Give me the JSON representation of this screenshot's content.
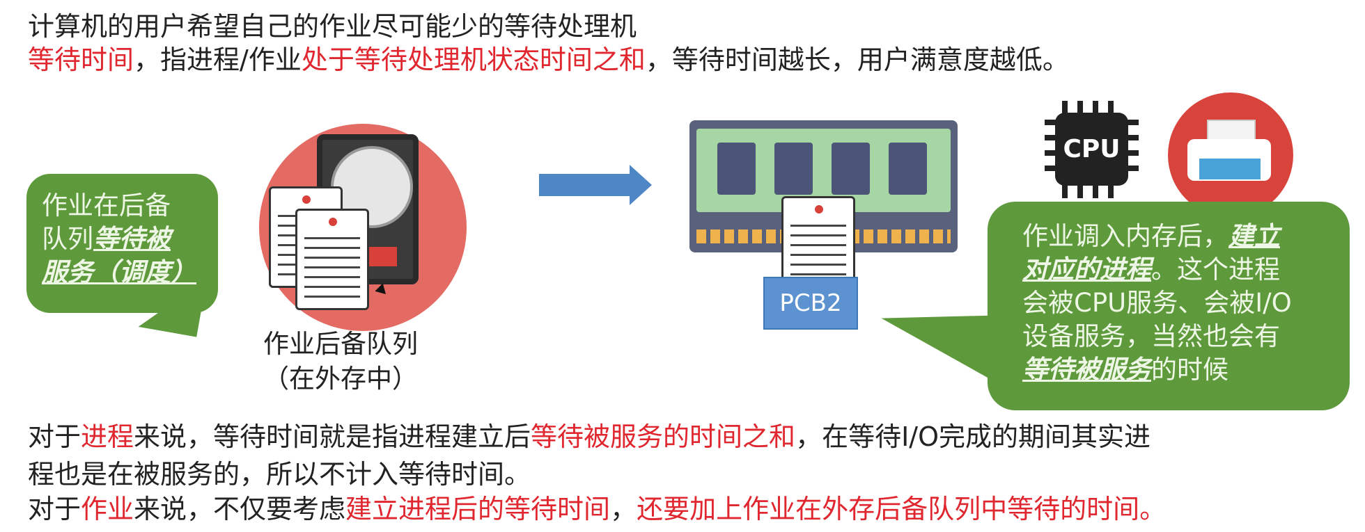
{
  "top": {
    "line1": "计算机的用户希望自己的作业尽可能少的等待处理机",
    "line2": [
      {
        "text": "等待时间",
        "red": true
      },
      {
        "text": "，指进程/作业",
        "red": false
      },
      {
        "text": "处于等待处理机状态时间之和",
        "red": true
      },
      {
        "text": "，等待时间越长，用户满意度越低。",
        "red": false
      }
    ]
  },
  "left_bubble": {
    "line1": "作业在后备",
    "line2_a": "队列",
    "line2_b": "等待被",
    "line3": "服务（调度）"
  },
  "disk_caption": {
    "line1": "作业后备队列",
    "line2": "（在外存中）"
  },
  "pcb_label": "PCB2",
  "cpu_label": "CPU",
  "right_bubble": {
    "line1_a": "作业调入内存后，",
    "line1_b": "建立",
    "line2_a": "对应的进程",
    "line2_b": "。这个进程",
    "line3": "会被CPU服务、会被I/O",
    "line4": "设备服务，当然也会有",
    "line5_a": "等待被服务",
    "line5_b": "的时候"
  },
  "bottom": {
    "line1": [
      {
        "text": "对于",
        "red": false
      },
      {
        "text": "进程",
        "red": true
      },
      {
        "text": "来说，等待时间就是指进程建立后",
        "red": false
      },
      {
        "text": "等待被服务的时间之和",
        "red": true
      },
      {
        "text": "，在等待I/O完成的期间其实进",
        "red": false
      }
    ],
    "line2": "程也是在被服务的，所以不计入等待时间。",
    "line3": [
      {
        "text": "对于",
        "red": false
      },
      {
        "text": "作业",
        "red": true
      },
      {
        "text": "来说，不仅要考虑",
        "red": false
      },
      {
        "text": "建立进程后的等待时间",
        "red": true
      },
      {
        "text": "，",
        "red": false
      },
      {
        "text": "还要加上作业在外存后备队列中等待的时间。",
        "red": true
      }
    ]
  }
}
